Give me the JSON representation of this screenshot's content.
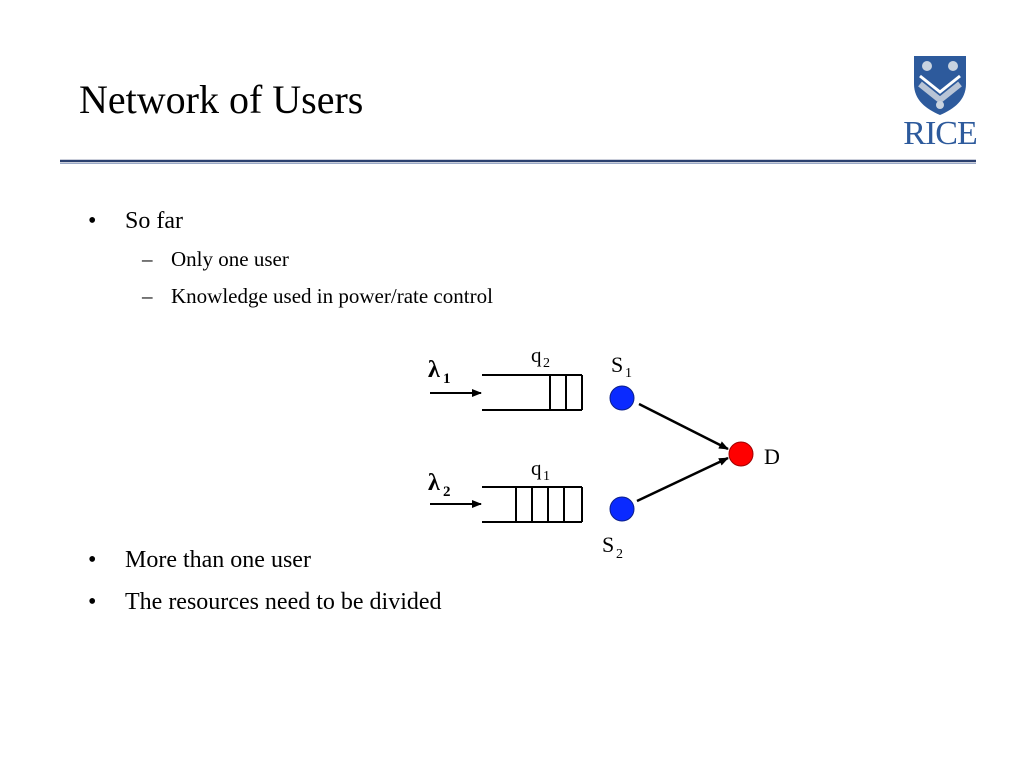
{
  "slide": {
    "title": "Network of Users"
  },
  "logo": {
    "text": "RICE",
    "color": "#2d5a9c"
  },
  "bullets_top": {
    "item": "So far",
    "subitems": [
      "Only one user",
      "Knowledge used in power/rate control"
    ]
  },
  "bullets_bottom": [
    "More than one user",
    "The resources need to be divided"
  ],
  "diagram": {
    "lambda1": {
      "symbol": "λ",
      "sub": "1"
    },
    "lambda2": {
      "symbol": "λ",
      "sub": "2"
    },
    "queue_top": {
      "label": "q",
      "sub": "2",
      "slots": 2
    },
    "queue_bottom": {
      "label": "q",
      "sub": "1",
      "slots": 4
    },
    "source1": {
      "label": "S",
      "sub": "1",
      "color": "#0a2aff"
    },
    "source2": {
      "label": "S",
      "sub": "2",
      "color": "#0a2aff"
    },
    "destination": {
      "label": "D",
      "color": "#ff0000"
    }
  }
}
